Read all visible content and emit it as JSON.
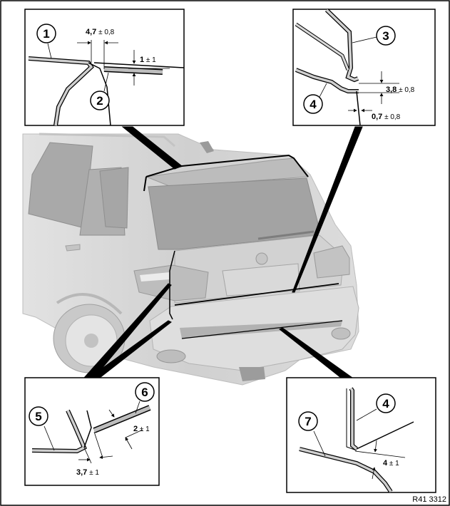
{
  "figure_id": "R41 3312",
  "callouts": [
    "1",
    "2",
    "3",
    "4",
    "5",
    "6",
    "4",
    "7"
  ],
  "dimensions": {
    "d1": {
      "value": "4,7",
      "tol": " ± 0,8"
    },
    "d2": {
      "value": "1",
      "tol": " ± 1"
    },
    "d3": {
      "value": "3,8",
      "tol": " ± 0,8"
    },
    "d4": {
      "value": "0,7",
      "tol": " ± 0,8"
    },
    "d5": {
      "value": "2",
      "tol": " ± 1"
    },
    "d6": {
      "value": "3,7",
      "tol": " ± 1"
    },
    "d7": {
      "value": "4",
      "tol": " ± 1"
    }
  }
}
